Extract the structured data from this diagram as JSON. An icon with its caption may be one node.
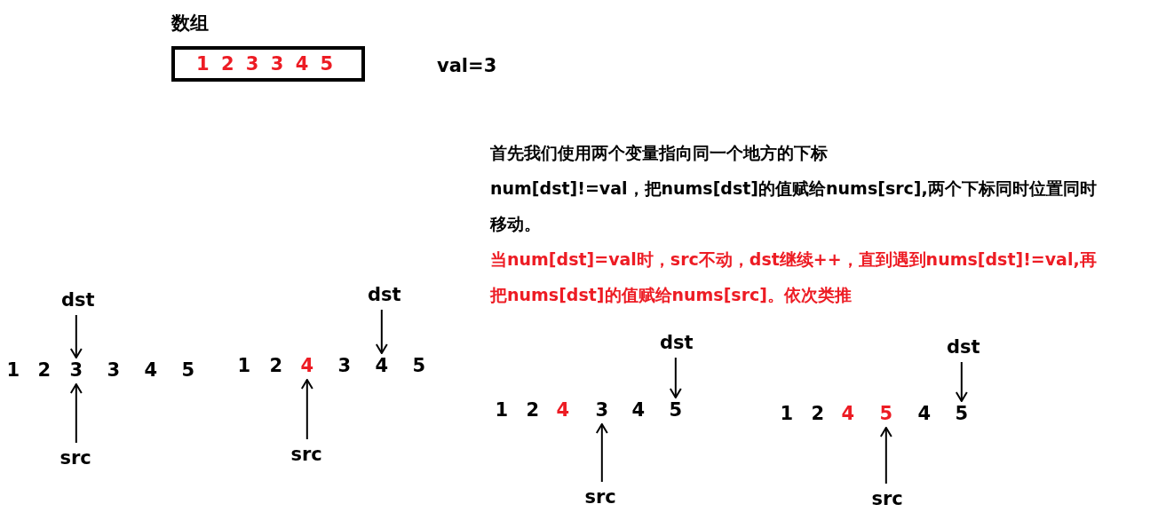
{
  "diagram": {
    "nodes": [
      {
        "text": [
          "数组",
          "1 2 3 3 4 5"
        ]
      },
      {
        "text": [
          "1"
        ]
      },
      {
        "text": [
          "2"
        ]
      },
      {
        "text": [
          "3"
        ]
      },
      {
        "text": [
          "3"
        ]
      },
      {
        "text": [
          "4"
        ]
      },
      {
        "text": [
          "5"
        ]
      },
      {
        "text": [
          "dst"
        ]
      },
      {
        "text": [
          "src"
        ]
      },
      {
        "text": [
          "1"
        ]
      },
      {
        "text": [
          "2"
        ]
      },
      {
        "text": [
          "4"
        ]
      },
      {
        "text": [
          "3"
        ]
      },
      {
        "text": [
          "4"
        ]
      },
      {
        "text": [
          "5"
        ]
      },
      {
        "text": [
          "dst"
        ]
      },
      {
        "text": [
          "src"
        ]
      },
      {
        "text": [
          "1"
        ]
      },
      {
        "text": [
          "2"
        ]
      },
      {
        "text": [
          "4"
        ]
      },
      {
        "text": [
          "3"
        ]
      },
      {
        "text": [
          "4"
        ]
      },
      {
        "text": [
          "5"
        ]
      },
      {
        "text": [
          "dst"
        ]
      },
      {
        "text": [
          "src"
        ]
      },
      {
        "text": [
          "1"
        ]
      },
      {
        "text": [
          "2"
        ]
      },
      {
        "text": [
          "4"
        ]
      },
      {
        "text": [
          "5"
        ]
      },
      {
        "text": [
          "4"
        ]
      },
      {
        "text": [
          "5"
        ]
      },
      {
        "text": [
          "dst"
        ]
      },
      {
        "text": [
          "src"
        ]
      }
    ],
    "edges": [
      {
        "from": 7,
        "to": 3,
        "arrow": "to"
      },
      {
        "from": 8,
        "to": 3,
        "arrow": "to"
      },
      {
        "from": 15,
        "to": 13,
        "arrow": "to"
      },
      {
        "from": 16,
        "to": 11,
        "arrow": "to"
      },
      {
        "from": 23,
        "to": 22,
        "arrow": "to"
      },
      {
        "from": 24,
        "to": 20,
        "arrow": "to"
      },
      {
        "from": 31,
        "to": 30,
        "arrow": "to"
      },
      {
        "from": 32,
        "to": 28,
        "arrow": "to"
      }
    ],
    "labels": [
      "val=3",
      "首先我们使用两个变量指向同一个地方的下标",
      "num[dst]!=val，把nums[dst]的值赋给nums[src],两个下标同时位置同时移动。",
      "当num[dst]=val时，src不动，dst继续++，直到遇到nums[dst]!=val,再把nums[dst]的值赋给nums[src]。依次类推"
    ]
  }
}
